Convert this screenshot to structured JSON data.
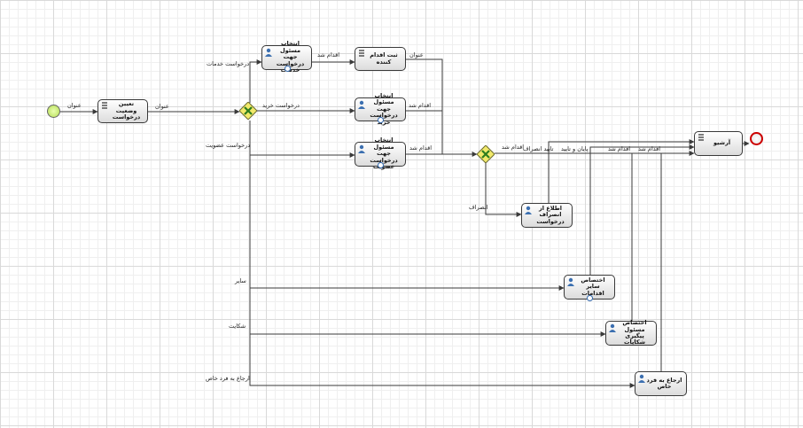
{
  "tasks": {
    "prepare": "تعیین وضعیت درخواست",
    "select_services": "انتخاب مسئول جهت درخواست خدمات",
    "register_requester": "ثبت اقدام کننده",
    "select_purchase": "انتخاب مسئول جهت درخواست خرید",
    "select_membership": "انتخاب مسئول جهت درخواست عضویت",
    "notify_cancel": "اطلاع از انصراف درخواست",
    "assign_other": "اختصاص سایر اقدامات",
    "assign_complaint": "اختصاص مسئول پیگیری شکایات",
    "refer_manager": "ارجاع به فرد خاص",
    "archive": "آرشیو"
  },
  "edge_labels": {
    "start_title": "عنوان",
    "after_prepare": "عنوان",
    "services_request": "درخواست خدمات",
    "purchase_request": "درخواست خرید",
    "membership_request": "درخواست عضویت",
    "done_services": "اقدام شد",
    "title_from_register": "عنوان",
    "done_purchase": "اقدام شد",
    "done_membership": "اقدام شد",
    "cancel": "انصراف",
    "done_gw2": "اقدام شد",
    "cancel_approval": "تایید انصراف",
    "end_approval": "پایان و تایید",
    "done_complaint": "اقدام شد",
    "done_manager": "اقدام شد",
    "other": "سایر",
    "complaint": "شکایت",
    "refer_specific": "ارجاع به فرد خاص"
  },
  "colors": {
    "line": "#3a3a3a",
    "start_fill": "#b5dd55",
    "end_stroke": "#cc0000",
    "gateway_fill": "#f2e96a",
    "gateway_mark": "#2e7d1e",
    "user_icon": "#3b6fb0"
  }
}
